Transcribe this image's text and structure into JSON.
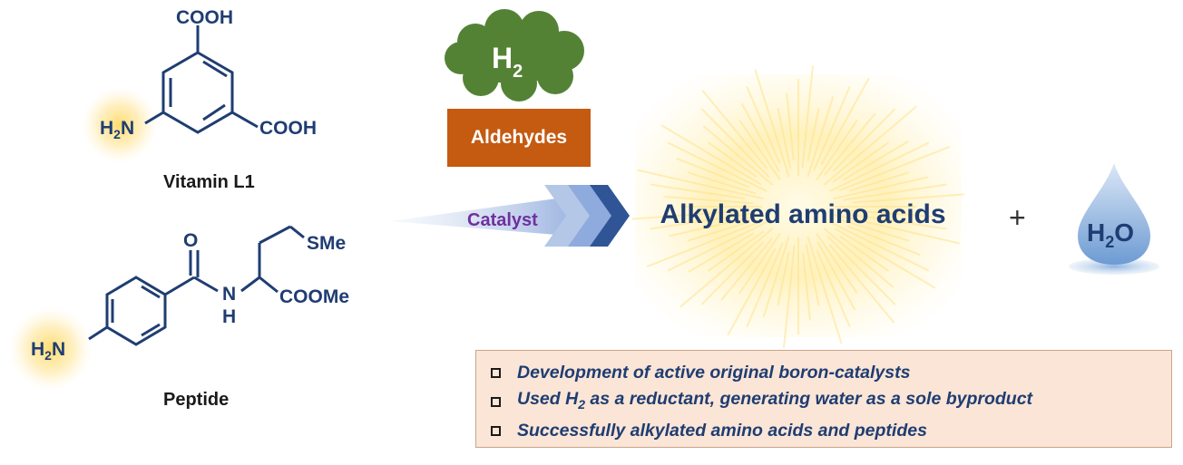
{
  "reagents": {
    "h2_main": "H",
    "h2_sub": "2",
    "aldehydes": "Aldehydes",
    "catalyst": "Catalyst"
  },
  "vitamin": {
    "cooh_top": "COOH",
    "cooh_right": "COOH",
    "amine_main": "H",
    "amine_sub": "2",
    "amine_n": "N",
    "name": "Vitamin L1"
  },
  "peptide": {
    "o": "O",
    "n": "N",
    "h": "H",
    "sme": "SMe",
    "coome": "COOMe",
    "amine_main": "H",
    "amine_sub": "2",
    "amine_n": "N",
    "name": "Peptide"
  },
  "product": {
    "label": "Alkylated amino acids",
    "plus": "+",
    "water_h": "H",
    "water_sub": "2",
    "water_o": "O"
  },
  "benefits": [
    {
      "text": "Development of active original boron-catalysts"
    },
    {
      "pre": "Used H",
      "sub": "2",
      "post": " as a reductant, generating water as a sole byproduct"
    },
    {
      "text": "Successfully alkylated amino acids and peptides"
    }
  ],
  "colors": {
    "molecule": "#1f3d72",
    "glow": "#ffd966",
    "cloud": "#548235",
    "aldehydes_box": "#c55a11",
    "catalyst_text": "#7030a0",
    "arrow": "#2f5597",
    "benefits_bg": "#fbe5d6",
    "water_drop": "#7fa7d9"
  }
}
